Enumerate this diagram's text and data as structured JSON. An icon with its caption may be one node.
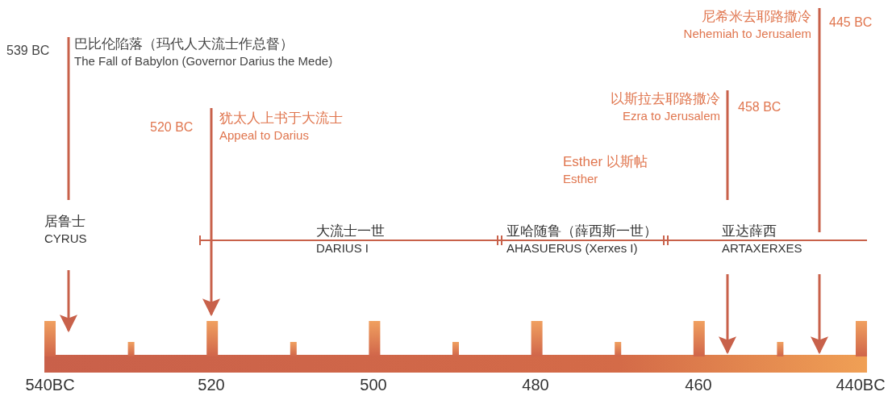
{
  "diagram": {
    "nodes": [
      {
        "text": [
          "巴比伦陷落（玛代人大流士作总督）",
          "The Fall of Babylon (Governor Darius the Mede)"
        ],
        "beside": [
          "539 BC"
        ]
      },
      {
        "text": [
          "尼希米去耶路撒冷",
          "Nehemiah to Jerusalem"
        ],
        "beside": [
          "445 BC"
        ]
      },
      {
        "text": [
          "犹太人上书于大流士",
          "Appeal to Darius"
        ],
        "beside": [
          "520 BC"
        ]
      },
      {
        "text": [
          "以斯拉去耶路撒冷",
          "Ezra to Jerusalem"
        ],
        "beside": [
          "458 BC"
        ]
      },
      {
        "text": [
          "Esther 以斯帖",
          "Esther"
        ]
      },
      {
        "text": [
          "居鲁士",
          "CYRUS"
        ]
      },
      {
        "text": [
          "大流士一世",
          "DARIUS I"
        ]
      },
      {
        "text": [
          "亚哈随鲁（薛西斯一世）",
          "AHASUERUS (Xerxes I)"
        ]
      },
      {
        "text": [
          "亚达薛西",
          "ARTAXERXES"
        ]
      },
      {
        "text": [],
        "shape": "bar"
      }
    ],
    "edges": [
      {
        "from": 0,
        "to": 5,
        "arrow": "none"
      },
      {
        "from": 5,
        "to": 9,
        "arrow": "to"
      },
      {
        "from": 2,
        "to": 9,
        "arrow": "to"
      },
      {
        "from": 3,
        "to": 8,
        "arrow": "none"
      },
      {
        "from": 8,
        "to": 9,
        "arrow": "to"
      },
      {
        "from": 1,
        "to": 8,
        "arrow": "none"
      },
      {
        "from": 8,
        "to": 9,
        "arrow": "to"
      }
    ],
    "labels": [
      "540BC",
      "520",
      "500",
      "480",
      "460",
      "440BC"
    ]
  }
}
